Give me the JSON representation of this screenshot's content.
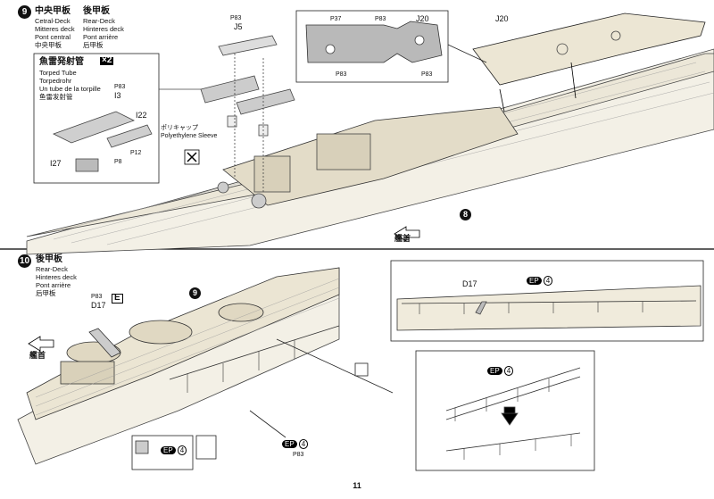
{
  "page_number": "11",
  "step9": {
    "number": "9",
    "deck_center": {
      "jp": "中央甲板",
      "en": "Cetral-Deck",
      "de": "Mitteres deck",
      "fr": "Pont central",
      "cn": "中央甲板"
    },
    "deck_rear": {
      "jp": "後甲板",
      "en": "Rear-Deck",
      "de": "Hinteres deck",
      "fr": "Pont arrière",
      "cn": "后甲板"
    },
    "torpedo": {
      "jp": "魚雷発射管",
      "en": "Torped Tube",
      "de": "Torpedrohr",
      "fr": "Un tube de la torpille",
      "cn": "鱼雷发射管",
      "qty": "×2"
    },
    "parts": {
      "j5": "J5",
      "i3": "I3",
      "i22": "I22",
      "i27": "I27",
      "j20": "J20",
      "j20_b": "J20",
      "next_step": "8"
    },
    "sleeve": {
      "jp": "ポリキャップ",
      "en": "Polyethylene Sleeve"
    },
    "bow_label": "艦首",
    "callouts": [
      "P83",
      "P37",
      "P83",
      "P83",
      "P83",
      "P83",
      "P8",
      "P12"
    ]
  },
  "step10": {
    "number": "10",
    "deck": {
      "jp": "後甲板",
      "en": "Rear-Deck",
      "de": "Hinteres deck",
      "fr": "Pont arrière",
      "cn": "后甲板"
    },
    "parts": {
      "d17": "D17",
      "d17_b": "D17",
      "prev_step": "9",
      "e_mark": "E"
    },
    "ep_label": "EP",
    "ep_qty": "4",
    "bow_label": "艦首",
    "callouts": [
      "P83",
      "P83"
    ]
  }
}
